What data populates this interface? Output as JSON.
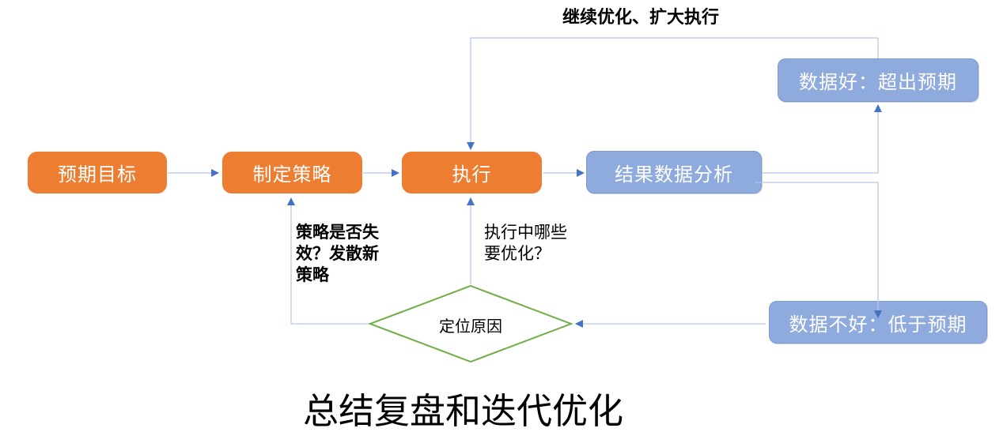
{
  "title": "总结复盘和迭代优化",
  "top_loop_label": "继续优化、扩大执行",
  "nodes": {
    "goal": {
      "label": "预期目标"
    },
    "strategy": {
      "label": "制定策略"
    },
    "execute": {
      "label": "执行"
    },
    "analysis": {
      "label": "结果数据分析"
    },
    "data_good": {
      "label": "数据好：超出预期"
    },
    "data_bad": {
      "label": "数据不好：低于预期"
    },
    "decision": {
      "label": "定位原因"
    }
  },
  "annotations": {
    "strategy_note": "策略是否失\n效？发散新\n策略",
    "execute_note": "执行中哪些\n要优化？"
  },
  "colors": {
    "orange_fill": "#ED7D31",
    "blue_fill": "#8FAADC",
    "blue_border": "#7C9AD6",
    "green_stroke": "#70AD47",
    "connector_line": "#B6C6E7",
    "arrowhead": "#4472C4",
    "text_on_node": "#FFFFFF",
    "text_black": "#000000"
  }
}
